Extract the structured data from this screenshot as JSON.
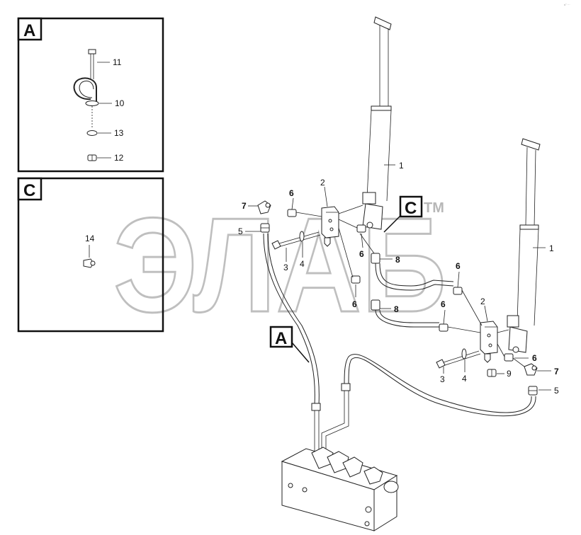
{
  "corner_mark": "s° ···",
  "watermark": {
    "text": "ЭЛАБ",
    "tm": "TM"
  },
  "detail_boxes": [
    {
      "id": "A",
      "letter": "A",
      "parts": [
        "11",
        "10",
        "13",
        "12"
      ]
    },
    {
      "id": "C",
      "letter": "C",
      "parts": [
        "14"
      ]
    }
  ],
  "callouts": [
    {
      "id": "callout-a",
      "letter": "A"
    },
    {
      "id": "callout-c",
      "letter": "C"
    }
  ],
  "part_numbers": {
    "p1_left": "1",
    "p1_right": "1",
    "p2_left": "2",
    "p2_right": "2",
    "p3_left": "3",
    "p3_right": "3",
    "p4_left": "4",
    "p4_right": "4",
    "p5_left": "5",
    "p5_right": "5",
    "p6_a": "6",
    "p6_b": "6",
    "p6_c": "6",
    "p6_d": "6",
    "p6_e": "6",
    "p6_f": "6",
    "p7_left": "7",
    "p7_right": "7",
    "p8_top": "8",
    "p8_bottom": "8",
    "p9": "9",
    "p10": "10",
    "p11": "11",
    "p12": "12",
    "p13": "13",
    "p14": "14"
  }
}
